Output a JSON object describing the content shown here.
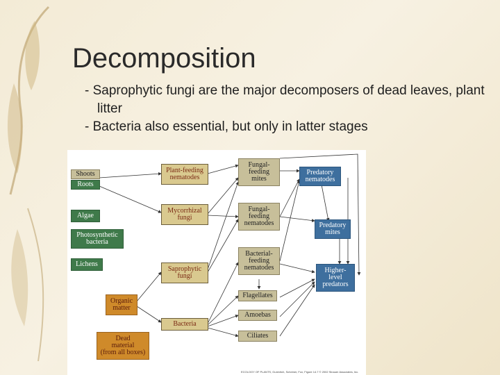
{
  "slide": {
    "title": "Decomposition",
    "bullets": [
      "- Saprophytic fungi are the major decomposers of dead leaves, plant litter",
      "- Bacteria also essential, but only in latter stages"
    ]
  },
  "diagram": {
    "nodes": {
      "shoots": "Shoots",
      "roots": "Roots",
      "algae": "Algae",
      "photosynthetic_bacteria": "Photosynthetic\nbacteria",
      "lichens": "Lichens",
      "organic_matter": "Organic\nmatter",
      "dead_material": "Dead\nmaterial\n(from all boxes)",
      "plant_feeding_nematodes": "Plant-feeding\nnematodes",
      "mycorrhizal_fungi": "Mycorrhizal\nfungi",
      "saprophytic_fungi": "Saprophytic\nfungi",
      "bacteria": "Bacteria",
      "fungal_feeding_mites": "Fungal-\nfeeding\nmites",
      "fungal_feeding_nematodes": "Fungal-\nfeeding\nnematodes",
      "bacterial_feeding_nematodes": "Bacterial-\nfeeding\nnematodes",
      "flagellates": "Flagellates",
      "amoebas": "Amoebas",
      "ciliates": "Ciliates",
      "predatory_nematodes": "Predatory\nnematodes",
      "predatory_mites": "Predatory\nmites",
      "higher_level_predators": "Higher-\nlevel\npredators"
    },
    "credit": "ECOLOGY OF PLANTS, Gurevitch, Scheiner, Fox, Figure 14.7 © 2002 Sinauer Associates, Inc."
  }
}
